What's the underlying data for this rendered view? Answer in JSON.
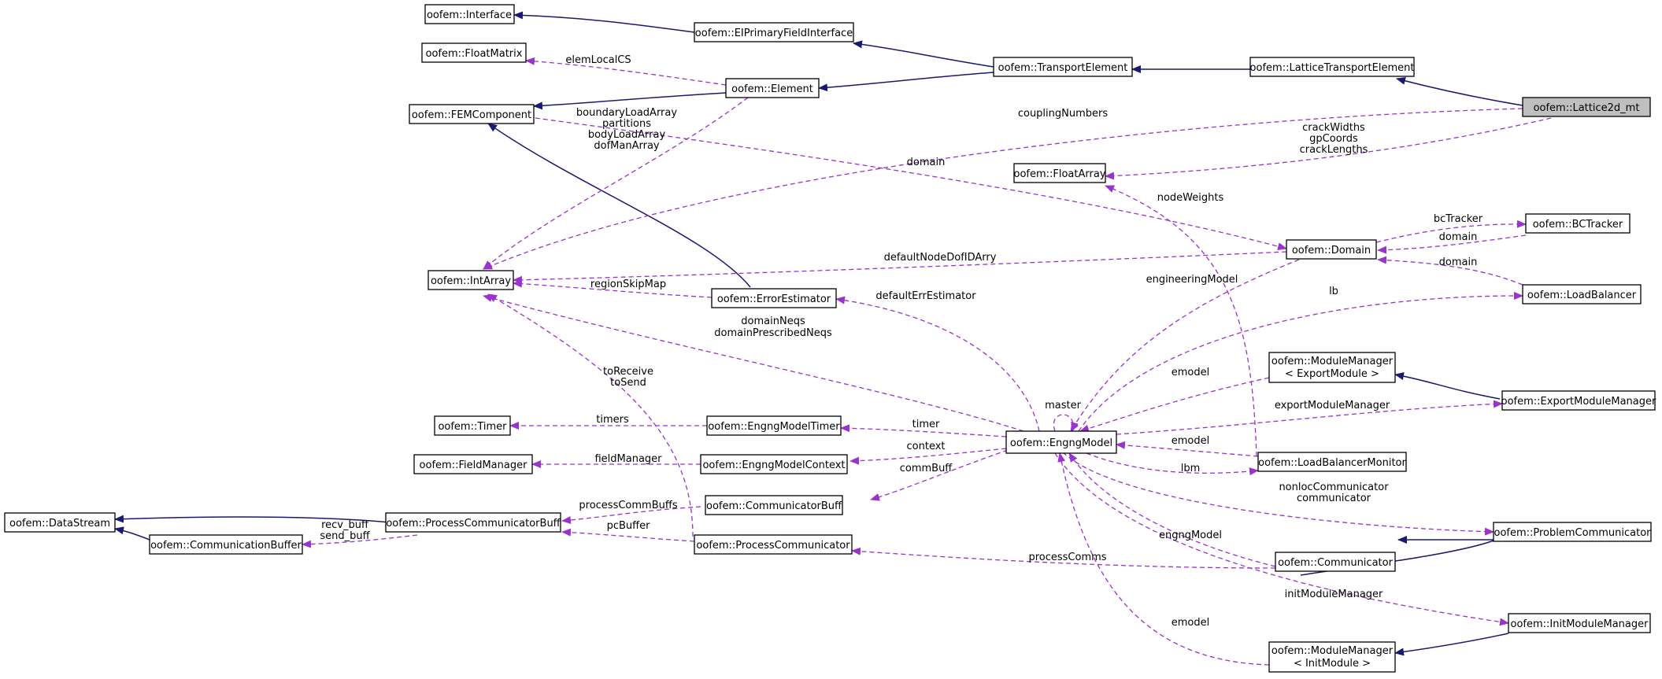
{
  "nodes": {
    "interface": "oofem::Interface",
    "eiprimary": "oofem::EIPrimaryFieldInterface",
    "transport": "oofem::TransportElement",
    "latticetransport": "oofem::LatticeTransportElement",
    "lattice2d": "oofem::Lattice2d_mt",
    "floatmatrix": "oofem::FloatMatrix",
    "element": "oofem::Element",
    "femcomponent": "oofem::FEMComponent",
    "floatarray": "oofem::FloatArray",
    "domain": "oofem::Domain",
    "bctracker": "oofem::BCTracker",
    "intarray": "oofem::IntArray",
    "errorestimator": "oofem::ErrorEstimator",
    "loadbalancer": "oofem::LoadBalancer",
    "mm_export_1": "oofem::ModuleManager",
    "mm_export_2": "< ExportModule >",
    "exportmm": "oofem::ExportModuleManager",
    "timer": "oofem::Timer",
    "engngtimer": "oofem::EngngModelTimer",
    "engngmodel": "oofem::EngngModel",
    "fieldmanager": "oofem::FieldManager",
    "engngcontext": "oofem::EngngModelContext",
    "lbmonitor": "oofem::LoadBalancerMonitor",
    "datastream": "oofem::DataStream",
    "processcommbuff": "oofem::ProcessCommunicatorBuff",
    "communicatorbuff": "oofem::CommunicatorBuff",
    "problemcomm": "oofem::ProblemCommunicator",
    "commbuffer": "oofem::CommunicationBuffer",
    "processcomm": "oofem::ProcessCommunicator",
    "communicator": "oofem::Communicator",
    "initmm": "oofem::InitModuleManager",
    "mm_init_1": "oofem::ModuleManager",
    "mm_init_2": "< InitModule >"
  },
  "edge_labels": {
    "elemLocalCS": "elemLocalCS",
    "couplingNumbers": "couplingNumbers",
    "boundaryLoadArray": "boundaryLoadArray",
    "partitions": "partitions",
    "bodyLoadArray": "bodyLoadArray",
    "dofManArray": "dofManArray",
    "crackWidths": "crackWidths",
    "gpCoords": "gpCoords",
    "crackLengths": "crackLengths",
    "domain_fem": "domain",
    "nodeWeights": "nodeWeights",
    "bcTracker": "bcTracker",
    "domain_bct": "domain",
    "domain_lb": "domain",
    "defaultNodeDofIDArry": "defaultNodeDofIDArry",
    "regionSkipMap": "regionSkipMap",
    "defaultErrEstimator": "defaultErrEstimator",
    "engineeringModel": "engineeringModel",
    "lb": "lb",
    "domainNeqs": "domainNeqs",
    "domainPrescribedNeqs": "domainPrescribedNeqs",
    "toReceive": "toReceive",
    "toSend": "toSend",
    "emodel_export": "emodel",
    "master": "master",
    "exportModuleManager": "exportModuleManager",
    "timers": "timers",
    "timer": "timer",
    "emodel_lbm": "emodel",
    "fieldManager": "fieldManager",
    "context": "context",
    "lbm": "lbm",
    "commBuff": "commBuff",
    "nonlocCommunicator": "nonlocCommunicator",
    "communicator": "communicator",
    "processCommBuffs": "processCommBuffs",
    "recv_buff": "recv_buff",
    "send_buff": "send_buff",
    "pcBuffer": "pcBuffer",
    "engngModel": "engngModel",
    "processComms": "processComms",
    "initModuleManager": "initModuleManager",
    "emodel_init": "emodel"
  },
  "colors": {
    "inheritance": "#191970",
    "usage": "#9a32cd",
    "focus_fill": "#bfbfbf"
  }
}
